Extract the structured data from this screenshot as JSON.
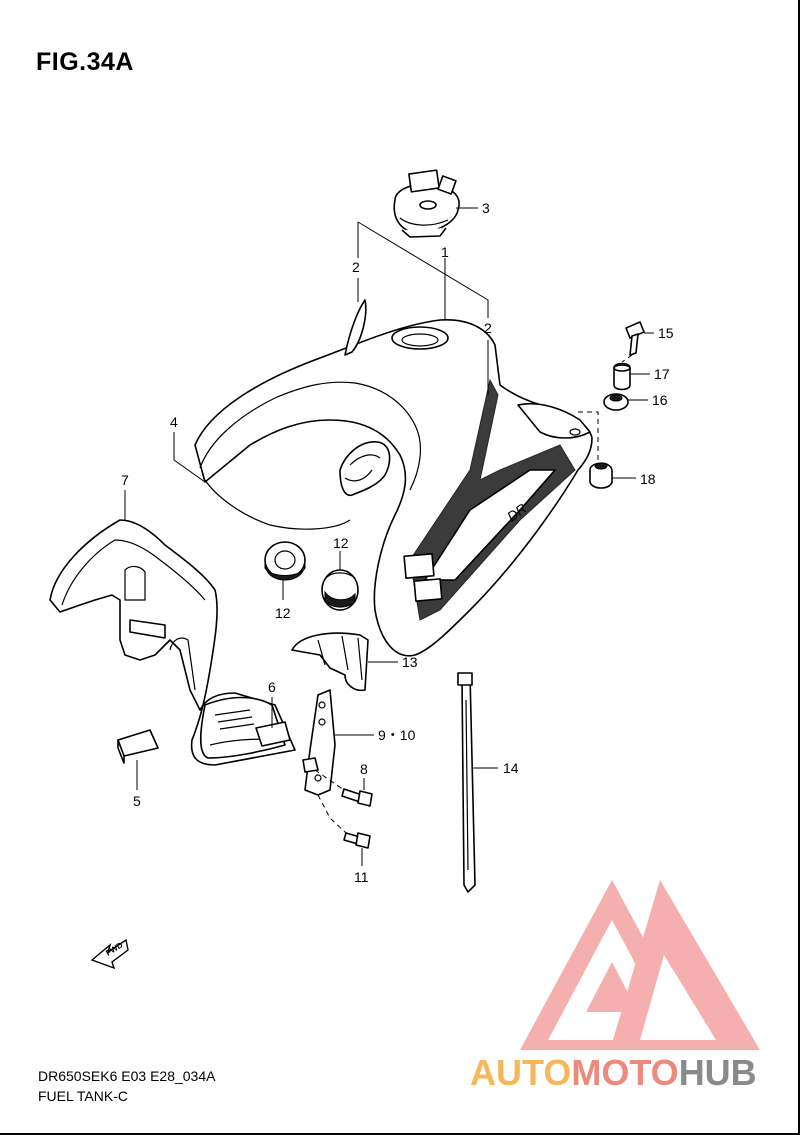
{
  "figure": {
    "title": "FIG.34A",
    "code": "DR650SEK6 E03 E28_034A",
    "name": "FUEL TANK-C"
  },
  "callouts": [
    "1",
    "2",
    "2",
    "3",
    "4",
    "5",
    "6",
    "7",
    "8",
    "9・10",
    "11",
    "12",
    "12",
    "13",
    "14",
    "15",
    "16",
    "17",
    "18"
  ],
  "fwd_arrow": {
    "label": "FWD",
    "icon": "fwd-arrow-icon"
  },
  "watermark": {
    "parts": [
      "AUTO",
      "MOTO",
      "HUB"
    ],
    "colors": {
      "auto": "#f6b75b",
      "moto": "#ec8a7d",
      "hub": "#8a8a8a",
      "logo": "#ef6e6e"
    }
  }
}
